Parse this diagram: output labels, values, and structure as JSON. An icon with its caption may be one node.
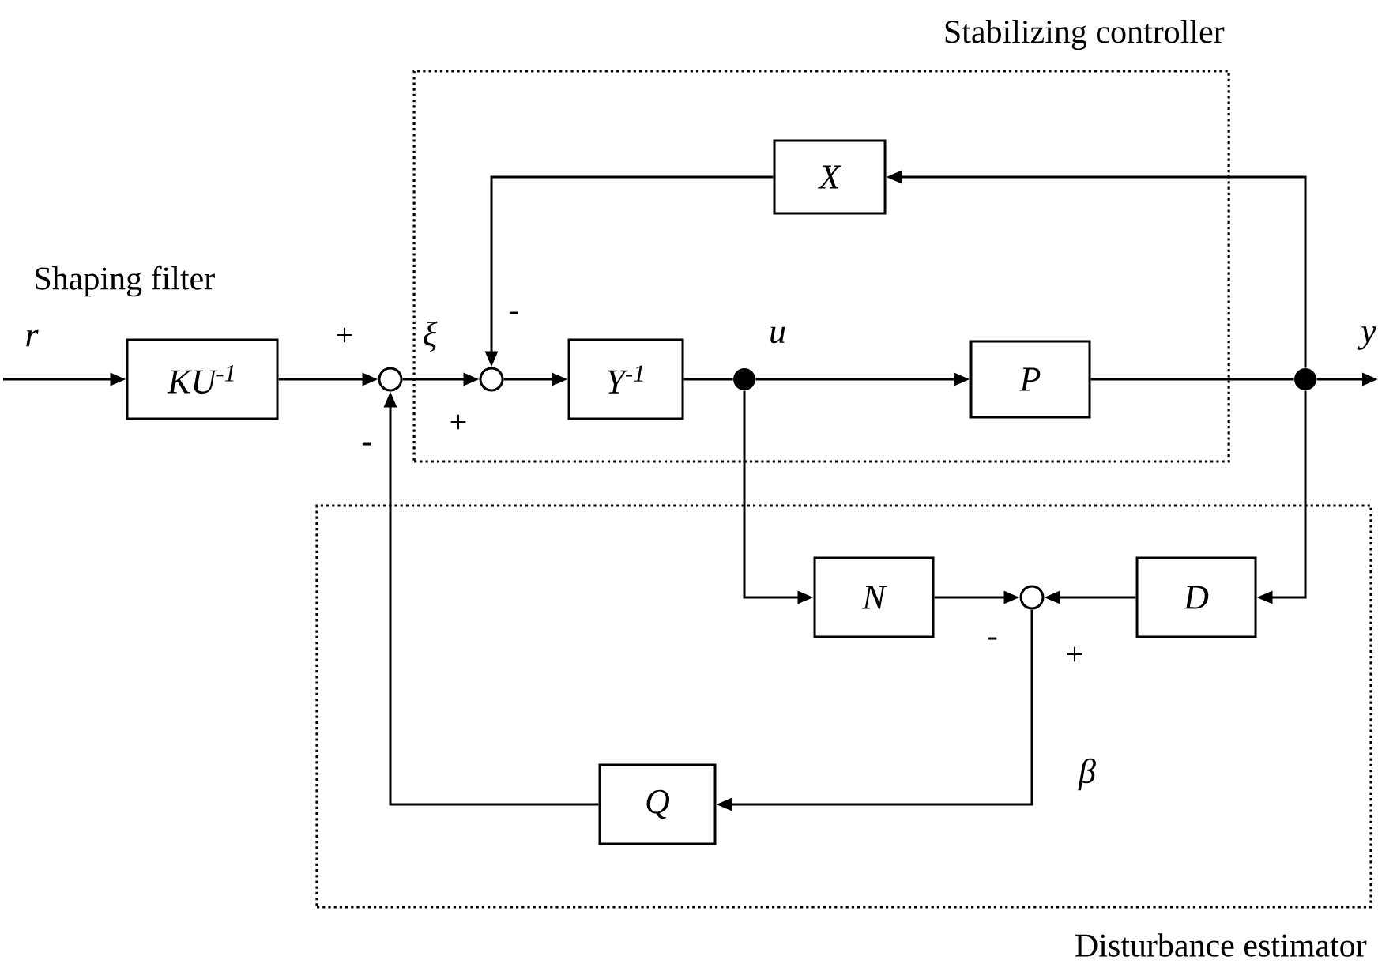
{
  "diagram": {
    "nodes": [
      {
        "text": [
          "Stabilizing controller"
        ]
      },
      {
        "text": [
          "X"
        ],
        "in": 0
      },
      {
        "text": [
          "KU$^{-1}$"
        ],
        "beside": [
          "Shaping filter"
        ]
      },
      {
        "text": [],
        "shape": "circle"
      },
      {
        "text": [],
        "shape": "circle",
        "in": 0
      },
      {
        "text": [
          "Y$^{-1}$"
        ],
        "in": 0
      },
      {
        "text": [],
        "shape": "dot",
        "in": 0
      },
      {
        "text": [
          "P"
        ],
        "in": 0
      },
      {
        "text": [],
        "shape": "dot"
      },
      {
        "text": [
          "Disturbance estimator"
        ]
      },
      {
        "text": [
          "N"
        ],
        "in": 9
      },
      {
        "text": [],
        "shape": "circle",
        "in": 9
      },
      {
        "text": [
          "D"
        ],
        "in": 9
      },
      {
        "text": [
          "Q"
        ],
        "in": 9
      }
    ],
    "edges": [
      {
        "from": null,
        "to": 2,
        "arrow": "to",
        "label": "r"
      },
      {
        "from": 2,
        "to": 3,
        "arrow": "to"
      },
      {
        "from": 3,
        "to": 4,
        "arrow": "to",
        "label": "ξ"
      },
      {
        "from": 4,
        "to": 5,
        "arrow": "to"
      },
      {
        "from": 5,
        "to": 6,
        "arrow": "none"
      },
      {
        "from": 6,
        "to": 7,
        "arrow": "to",
        "label": "u"
      },
      {
        "from": 7,
        "to": 8,
        "arrow": "none"
      },
      {
        "from": 8,
        "to": null,
        "arrow": "to",
        "label": "y"
      },
      {
        "from": 8,
        "to": 1,
        "arrow": "to"
      },
      {
        "from": 1,
        "to": 4,
        "arrow": "to"
      },
      {
        "from": 6,
        "to": 10,
        "arrow": "to"
      },
      {
        "from": 10,
        "to": 11,
        "arrow": "to"
      },
      {
        "from": 8,
        "to": 12,
        "arrow": "to"
      },
      {
        "from": 12,
        "to": 11,
        "arrow": "to"
      },
      {
        "from": 11,
        "to": 13,
        "arrow": "to",
        "label": "β"
      },
      {
        "from": 13,
        "to": 3,
        "arrow": "to"
      }
    ],
    "labels": [
      "-",
      "+",
      "+",
      "-",
      "-",
      "+"
    ]
  }
}
